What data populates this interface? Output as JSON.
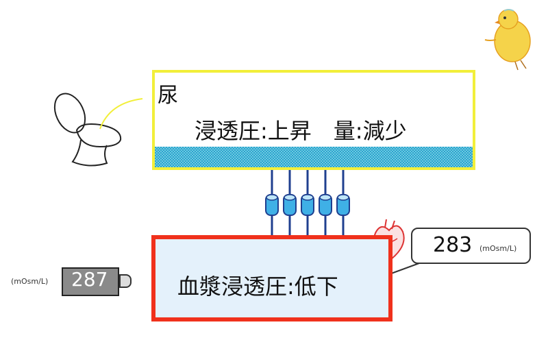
{
  "urine": {
    "title": "尿",
    "osmolality_label": "浸透圧:上昇",
    "volume_label": "量:減少",
    "border_color": "#f2ef3a",
    "stripe_color": "#27a7cf"
  },
  "plasma": {
    "label": "血漿浸透圧:低下",
    "border_color": "#f0311c",
    "fill_color": "#e4f1fb"
  },
  "callout": {
    "value": "283",
    "unit": "(mOsm/L)"
  },
  "meter": {
    "value": "287",
    "unit": "(mOsm/L)"
  },
  "channels": {
    "count": 5,
    "arrow_symbol": "+",
    "color": "#1f3f8f"
  }
}
